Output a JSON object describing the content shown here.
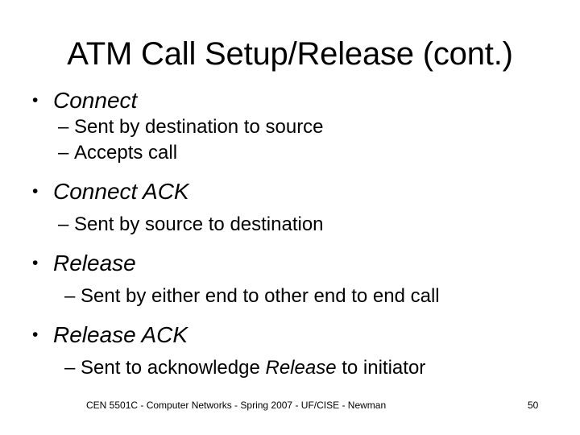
{
  "slide": {
    "title": "ATM Call Setup/Release (cont.)",
    "bullet_glyph": "•",
    "dash_glyph": "–",
    "items": [
      {
        "label": "Connect",
        "sub": [
          {
            "text": "Sent by destination to source"
          },
          {
            "text": "Accepts call"
          }
        ]
      },
      {
        "label": "Connect ACK",
        "sub": [
          {
            "text": "Sent by source to destination"
          }
        ]
      },
      {
        "label": "Release",
        "sub": [
          {
            "text": "Sent by either end to other end to end call"
          }
        ]
      },
      {
        "label": "Release ACK",
        "sub": [
          {
            "pre": "Sent to acknowledge ",
            "emphasis": "Release",
            "post": " to initiator"
          }
        ]
      }
    ]
  },
  "footer": {
    "course_line": "CEN 5501C - Computer Networks - Spring 2007 - UF/CISE - Newman",
    "page_number": "50"
  },
  "colors": {
    "background": "#ffffff",
    "text": "#000000"
  }
}
